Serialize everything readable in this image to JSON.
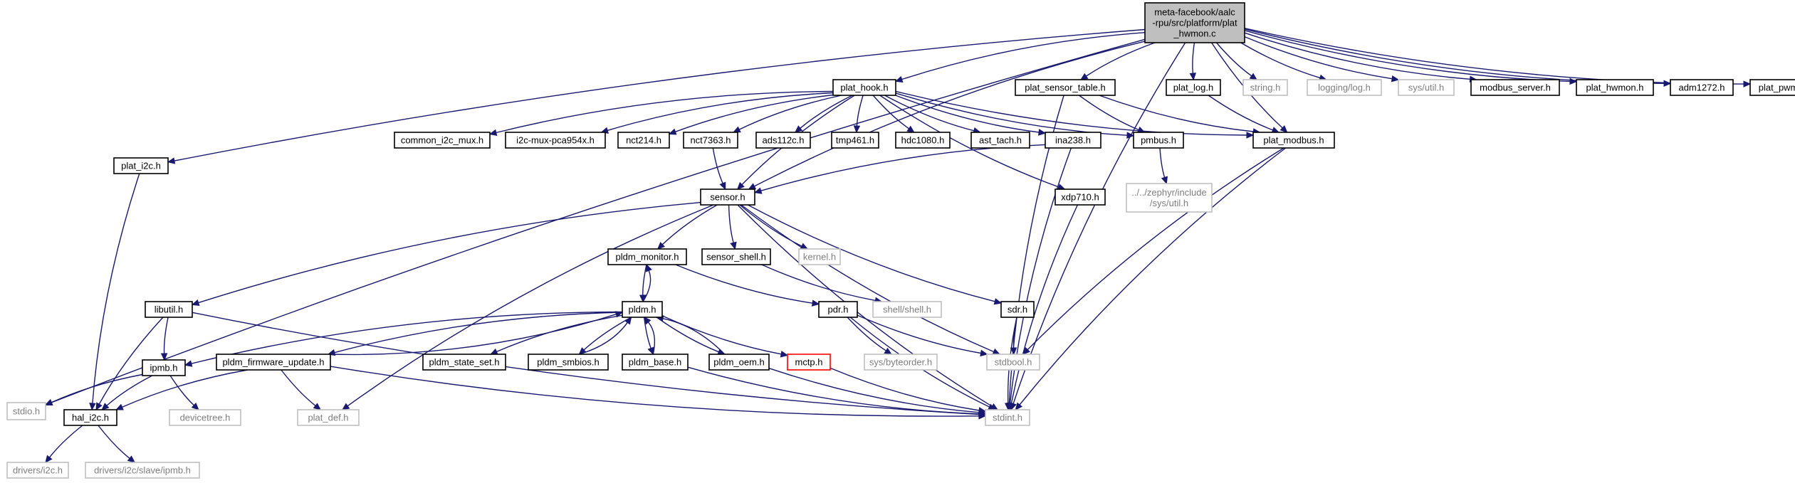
{
  "colors": {
    "edge": "#191970",
    "root_fill": "#bfbfbf",
    "node_border": "#000000",
    "external_border": "#bfbfbf",
    "external_text": "#7f7f7f",
    "highlight_border": "#ff0000"
  },
  "nodes": [
    {
      "id": "root",
      "lines": [
        "meta-facebook/aalc",
        "-rpu/src/platform/plat",
        "_hwmon.c"
      ],
      "kind": "root"
    },
    {
      "id": "stdio",
      "lines": [
        "stdio.h"
      ],
      "kind": "external"
    },
    {
      "id": "stdint",
      "lines": [
        "stdint.h"
      ],
      "kind": "external"
    },
    {
      "id": "plat_i2c",
      "lines": [
        "plat_i2c.h"
      ],
      "kind": "normal"
    },
    {
      "id": "plat_hook",
      "lines": [
        "plat_hook.h"
      ],
      "kind": "normal"
    },
    {
      "id": "plat_sensor_table",
      "lines": [
        "plat_sensor_table.h"
      ],
      "kind": "normal"
    },
    {
      "id": "plat_log",
      "lines": [
        "plat_log.h"
      ],
      "kind": "normal"
    },
    {
      "id": "string",
      "lines": [
        "string.h"
      ],
      "kind": "external"
    },
    {
      "id": "logging_log",
      "lines": [
        "logging/log.h"
      ],
      "kind": "external"
    },
    {
      "id": "sys_util",
      "lines": [
        "sys/util.h"
      ],
      "kind": "external"
    },
    {
      "id": "modbus_server",
      "lines": [
        "modbus_server.h"
      ],
      "kind": "normal"
    },
    {
      "id": "plat_hwmon",
      "lines": [
        "plat_hwmon.h"
      ],
      "kind": "normal"
    },
    {
      "id": "adm1272",
      "lines": [
        "adm1272.h"
      ],
      "kind": "normal"
    },
    {
      "id": "plat_pwm",
      "lines": [
        "plat_pwm.h"
      ],
      "kind": "normal"
    },
    {
      "id": "common_i2c_mux",
      "lines": [
        "common_i2c_mux.h"
      ],
      "kind": "normal"
    },
    {
      "id": "i2c_mux",
      "lines": [
        "i2c-mux-pca954x.h"
      ],
      "kind": "normal"
    },
    {
      "id": "nct214",
      "lines": [
        "nct214.h"
      ],
      "kind": "normal"
    },
    {
      "id": "nct7363",
      "lines": [
        "nct7363.h"
      ],
      "kind": "normal"
    },
    {
      "id": "ads112c",
      "lines": [
        "ads112c.h"
      ],
      "kind": "normal"
    },
    {
      "id": "tmp461",
      "lines": [
        "tmp461.h"
      ],
      "kind": "normal"
    },
    {
      "id": "hdc1080",
      "lines": [
        "hdc1080.h"
      ],
      "kind": "normal"
    },
    {
      "id": "ast_tach",
      "lines": [
        "ast_tach.h"
      ],
      "kind": "normal"
    },
    {
      "id": "ina238",
      "lines": [
        "ina238.h"
      ],
      "kind": "normal"
    },
    {
      "id": "pmbus",
      "lines": [
        "pmbus.h"
      ],
      "kind": "normal"
    },
    {
      "id": "plat_modbus",
      "lines": [
        "plat_modbus.h"
      ],
      "kind": "normal"
    },
    {
      "id": "zephyr_util",
      "lines": [
        "../../zephyr/include",
        "/sys/util.h"
      ],
      "kind": "external"
    },
    {
      "id": "sensor",
      "lines": [
        "sensor.h"
      ],
      "kind": "normal"
    },
    {
      "id": "xdp710",
      "lines": [
        "xdp710.h"
      ],
      "kind": "normal"
    },
    {
      "id": "pldm_monitor",
      "lines": [
        "pldm_monitor.h"
      ],
      "kind": "normal"
    },
    {
      "id": "sensor_shell",
      "lines": [
        "sensor_shell.h"
      ],
      "kind": "normal"
    },
    {
      "id": "kernel",
      "lines": [
        "kernel.h"
      ],
      "kind": "external"
    },
    {
      "id": "libutil",
      "lines": [
        "libutil.h"
      ],
      "kind": "normal"
    },
    {
      "id": "pldm",
      "lines": [
        "pldm.h"
      ],
      "kind": "normal"
    },
    {
      "id": "pdr",
      "lines": [
        "pdr.h"
      ],
      "kind": "normal"
    },
    {
      "id": "shell_shell",
      "lines": [
        "shell/shell.h"
      ],
      "kind": "external"
    },
    {
      "id": "sdr",
      "lines": [
        "sdr.h"
      ],
      "kind": "normal"
    },
    {
      "id": "ipmb",
      "lines": [
        "ipmb.h"
      ],
      "kind": "normal"
    },
    {
      "id": "pldm_firmware_update",
      "lines": [
        "pldm_firmware_update.h"
      ],
      "kind": "normal"
    },
    {
      "id": "pldm_state_set",
      "lines": [
        "pldm_state_set.h"
      ],
      "kind": "normal"
    },
    {
      "id": "pldm_smbios",
      "lines": [
        "pldm_smbios.h"
      ],
      "kind": "normal"
    },
    {
      "id": "pldm_base",
      "lines": [
        "pldm_base.h"
      ],
      "kind": "normal"
    },
    {
      "id": "pldm_oem",
      "lines": [
        "pldm_oem.h"
      ],
      "kind": "normal"
    },
    {
      "id": "mctp",
      "lines": [
        "mctp.h"
      ],
      "kind": "highlight"
    },
    {
      "id": "sys_byteorder",
      "lines": [
        "sys/byteorder.h"
      ],
      "kind": "external"
    },
    {
      "id": "stdbool",
      "lines": [
        "stdbool.h"
      ],
      "kind": "external"
    },
    {
      "id": "devicetree",
      "lines": [
        "devicetree.h"
      ],
      "kind": "external"
    },
    {
      "id": "hal_i2c",
      "lines": [
        "hal_i2c.h"
      ],
      "kind": "normal"
    },
    {
      "id": "plat_def",
      "lines": [
        "plat_def.h"
      ],
      "kind": "external"
    },
    {
      "id": "drivers_i2c",
      "lines": [
        "drivers/i2c.h"
      ],
      "kind": "external"
    },
    {
      "id": "drivers_slave_ipmb",
      "lines": [
        "drivers/i2c/slave/ipmb.h"
      ],
      "kind": "external"
    }
  ],
  "edges": [
    [
      "root",
      "stdio"
    ],
    [
      "root",
      "stdint"
    ],
    [
      "root",
      "plat_i2c"
    ],
    [
      "root",
      "plat_hook"
    ],
    [
      "root",
      "sensor"
    ],
    [
      "root",
      "plat_sensor_table"
    ],
    [
      "root",
      "plat_log"
    ],
    [
      "root",
      "plat_modbus"
    ],
    [
      "root",
      "string"
    ],
    [
      "root",
      "logging_log"
    ],
    [
      "root",
      "sys_util"
    ],
    [
      "root",
      "modbus_server"
    ],
    [
      "root",
      "plat_hwmon"
    ],
    [
      "root",
      "adm1272"
    ],
    [
      "root",
      "plat_pwm"
    ],
    [
      "plat_i2c",
      "hal_i2c"
    ],
    [
      "plat_hook",
      "sensor"
    ],
    [
      "plat_hook",
      "common_i2c_mux"
    ],
    [
      "plat_hook",
      "i2c_mux"
    ],
    [
      "plat_hook",
      "nct214"
    ],
    [
      "plat_hook",
      "nct7363"
    ],
    [
      "plat_hook",
      "ads112c"
    ],
    [
      "plat_hook",
      "tmp461"
    ],
    [
      "plat_hook",
      "hdc1080"
    ],
    [
      "plat_hook",
      "ast_tach"
    ],
    [
      "plat_hook",
      "ina238"
    ],
    [
      "plat_hook",
      "pmbus"
    ],
    [
      "plat_hook",
      "xdp710"
    ],
    [
      "plat_hook",
      "plat_modbus"
    ],
    [
      "plat_sensor_table",
      "pmbus"
    ],
    [
      "plat_sensor_table",
      "plat_modbus"
    ],
    [
      "plat_sensor_table",
      "stdint"
    ],
    [
      "plat_log",
      "plat_modbus"
    ],
    [
      "nct7363",
      "sensor"
    ],
    [
      "ina238",
      "sensor"
    ],
    [
      "ina238",
      "stdint"
    ],
    [
      "pmbus",
      "zephyr_util"
    ],
    [
      "plat_modbus",
      "stdbool"
    ],
    [
      "plat_modbus",
      "stdint"
    ],
    [
      "xdp710",
      "stdint"
    ],
    [
      "sensor",
      "pldm_monitor"
    ],
    [
      "sensor",
      "sensor_shell"
    ],
    [
      "sensor",
      "kernel"
    ],
    [
      "sensor",
      "libutil"
    ],
    [
      "sensor",
      "sdr"
    ],
    [
      "sensor",
      "stdbool"
    ],
    [
      "sensor",
      "stdint"
    ],
    [
      "sensor",
      "plat_def"
    ],
    [
      "pldm_monitor",
      "pldm"
    ],
    [
      "pldm_monitor",
      "pdr"
    ],
    [
      "sensor_shell",
      "shell_shell"
    ],
    [
      "libutil",
      "ipmb"
    ],
    [
      "libutil",
      "hal_i2c"
    ],
    [
      "libutil",
      "stdint"
    ],
    [
      "pldm",
      "pldm_monitor"
    ],
    [
      "pldm",
      "ipmb"
    ],
    [
      "pldm",
      "pldm_firmware_update"
    ],
    [
      "pldm",
      "pldm_state_set"
    ],
    [
      "pldm",
      "pldm_smbios"
    ],
    [
      "pldm",
      "pldm_base"
    ],
    [
      "pldm",
      "pldm_oem"
    ],
    [
      "pldm",
      "mctp"
    ],
    [
      "pdr",
      "sys_byteorder"
    ],
    [
      "pdr",
      "stdbool"
    ],
    [
      "pdr",
      "stdint"
    ],
    [
      "sdr",
      "stdbool"
    ],
    [
      "sdr",
      "stdint"
    ],
    [
      "ipmb",
      "stdio"
    ],
    [
      "ipmb",
      "devicetree"
    ],
    [
      "ipmb",
      "hal_i2c"
    ],
    [
      "pldm_firmware_update",
      "pldm"
    ],
    [
      "pldm_firmware_update",
      "hal_i2c"
    ],
    [
      "pldm_firmware_update",
      "plat_def"
    ],
    [
      "pldm_firmware_update",
      "stdint"
    ],
    [
      "pldm_smbios",
      "pldm"
    ],
    [
      "pldm_base",
      "pldm"
    ],
    [
      "pldm_base",
      "stdint"
    ],
    [
      "pldm_oem",
      "pldm"
    ],
    [
      "pldm_oem",
      "stdint"
    ],
    [
      "mctp",
      "stdint"
    ],
    [
      "hal_i2c",
      "drivers_i2c"
    ],
    [
      "hal_i2c",
      "drivers_slave_ipmb"
    ]
  ]
}
